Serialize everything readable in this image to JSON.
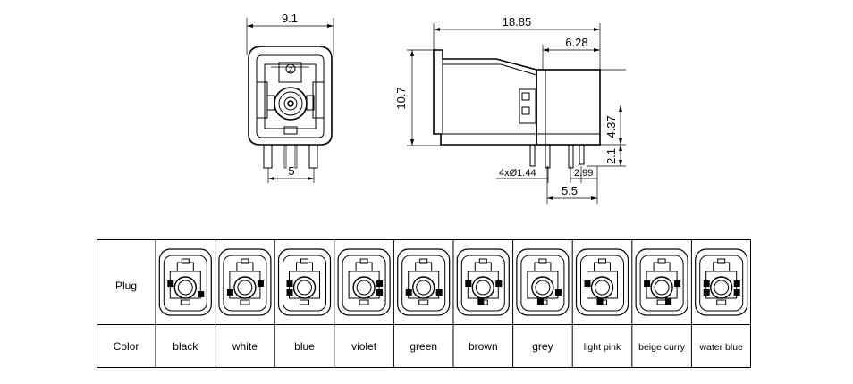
{
  "front_view": {
    "width_dim": "9.1",
    "pin_spacing_dim": "5",
    "coding_mark": "Z"
  },
  "side_view": {
    "length_dim": "18.85",
    "body_dim": "6.28",
    "height_dim": "10.7",
    "upper_dim": "4.37",
    "lower_dim": "2.1",
    "pin_dim": "4xØ1.44",
    "pin_pitch_dim": "2.99",
    "footprint_dim": "5.5"
  },
  "table": {
    "row1_header": "Plug",
    "row2_header": "Color",
    "colors": [
      "black",
      "white",
      "blue",
      "violet",
      "green",
      "brown",
      "grey",
      "light pink",
      "beige curry",
      "water blue"
    ]
  }
}
